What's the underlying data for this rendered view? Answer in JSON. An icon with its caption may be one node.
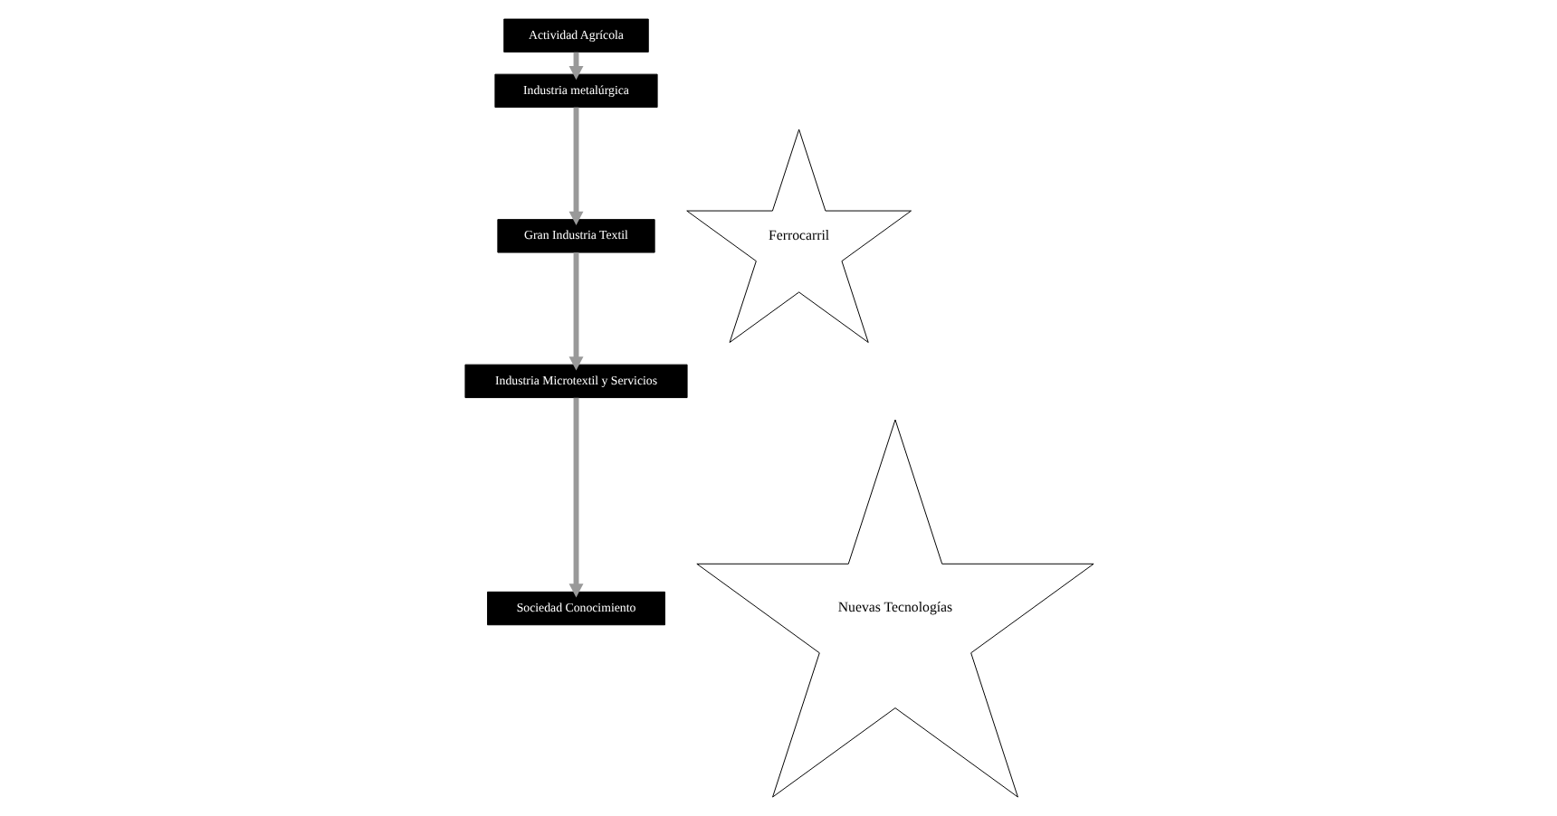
{
  "diagram": {
    "nodes": [
      {
        "text": [
          "Actividad Agrícola"
        ]
      },
      {
        "text": [
          "Industria metalúrgica"
        ]
      },
      {
        "text": [
          "Gran Industria Textil"
        ]
      },
      {
        "text": [
          "Industria Microtextil y Servicios"
        ]
      },
      {
        "text": [
          "Sociedad Conocimiento"
        ]
      },
      {
        "text": [
          "Ferrocarril"
        ]
      },
      {
        "text": [
          "Nuevas Tecnologías"
        ]
      }
    ],
    "edges": [
      {
        "from": 0,
        "to": 1,
        "arrow": "to"
      },
      {
        "from": 1,
        "to": 2,
        "arrow": "to"
      },
      {
        "from": 2,
        "to": 3,
        "arrow": "to"
      },
      {
        "from": 3,
        "to": 4,
        "arrow": "to"
      }
    ]
  }
}
